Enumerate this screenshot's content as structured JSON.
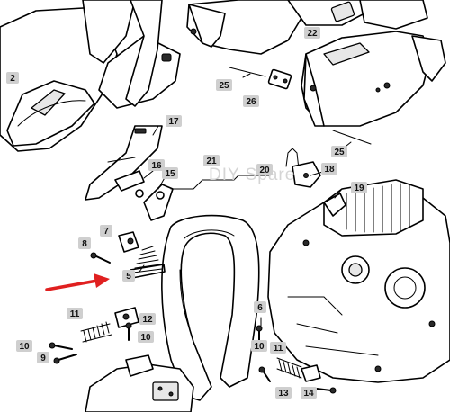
{
  "diagram": {
    "watermark": "DIY Spare",
    "callouts": [
      "2",
      "5",
      "6",
      "7",
      "8",
      "9",
      "10",
      "10",
      "10",
      "11",
      "11",
      "12",
      "13",
      "14",
      "15",
      "16",
      "17",
      "18",
      "19",
      "20",
      "21",
      "22",
      "25",
      "25",
      "26"
    ],
    "arrow_color": "#e02020",
    "badge_color": "#cfcfcf"
  }
}
